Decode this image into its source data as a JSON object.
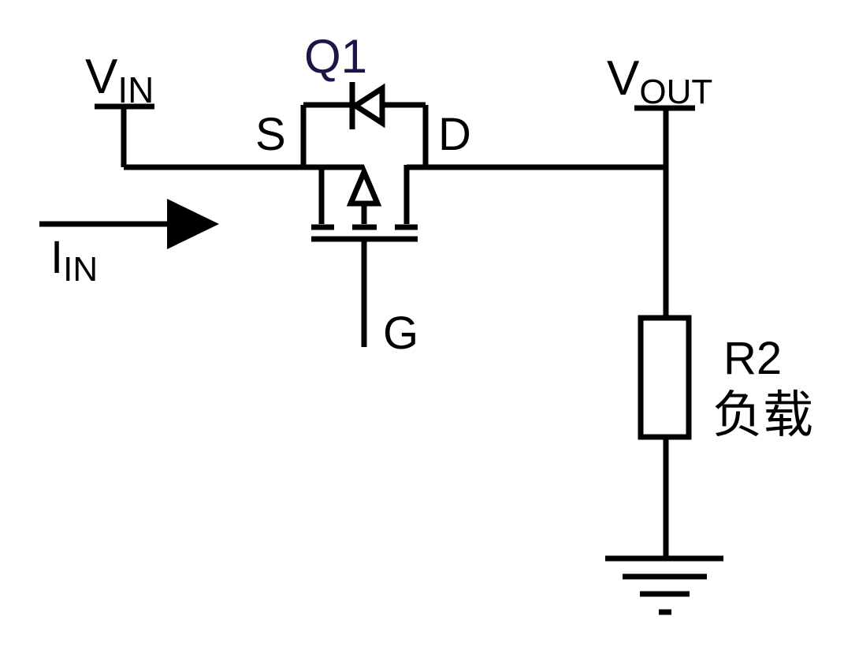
{
  "colors": {
    "wire": "#000000",
    "designator": "#1a1646",
    "background": "#ffffff"
  },
  "vin": {
    "main": "V",
    "sub": "IN"
  },
  "vout": {
    "main": "V",
    "sub": "OUT"
  },
  "iin": {
    "main": "I",
    "sub": "IN"
  },
  "q1": {
    "designator": "Q1",
    "source_pin": "S",
    "drain_pin": "D",
    "gate_pin": "G"
  },
  "r2": {
    "designator": "R2",
    "description": "负载"
  }
}
